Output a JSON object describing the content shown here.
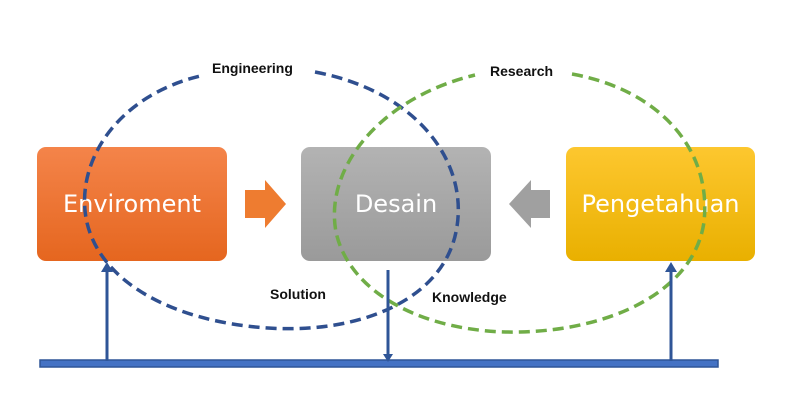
{
  "boxes": {
    "enviroment": "Enviroment",
    "desain": "Desain",
    "pengetahuan": "Pengetahuan"
  },
  "labels": {
    "engineering": "Engineering",
    "research": "Research",
    "solution": "Solution",
    "knowledge": "Knowledge"
  },
  "colors": {
    "enviroment_fill": "#ED7D31",
    "desain_fill": "#A5A5A5",
    "pengetahuan_fill": "#FFC000",
    "engineering_loop": "#2F4F8F",
    "research_loop": "#70AD47",
    "base_bar": "#4472C4"
  }
}
